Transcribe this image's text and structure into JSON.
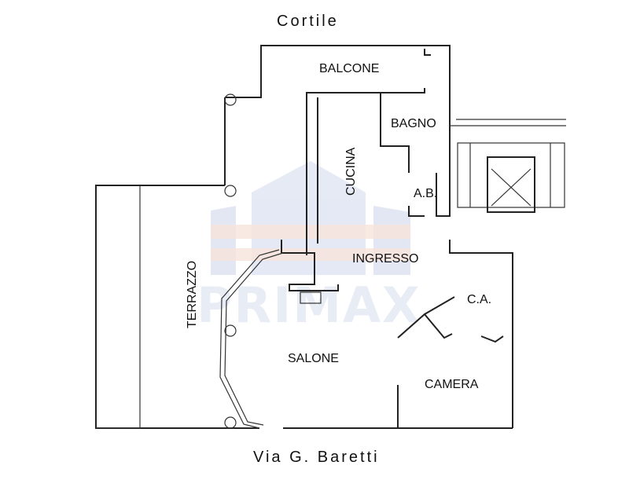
{
  "labels": {
    "top_street": "Cortile",
    "bottom_street": "Via G. Baretti",
    "balcone": "BALCONE",
    "bagno": "BAGNO",
    "cucina": "CUCINA",
    "ab": "A.B.",
    "ingresso": "INGRESSO",
    "terrazzo": "TERRAZZO",
    "ca": "C.A.",
    "salone": "SALONE",
    "camera": "CAMERA"
  },
  "watermark": {
    "text": "PRIMAX",
    "colors": {
      "blue": "#b9c6e2",
      "salmon": "#f2c3b3"
    }
  },
  "colors": {
    "wall": "#222222",
    "background": "#ffffff"
  }
}
